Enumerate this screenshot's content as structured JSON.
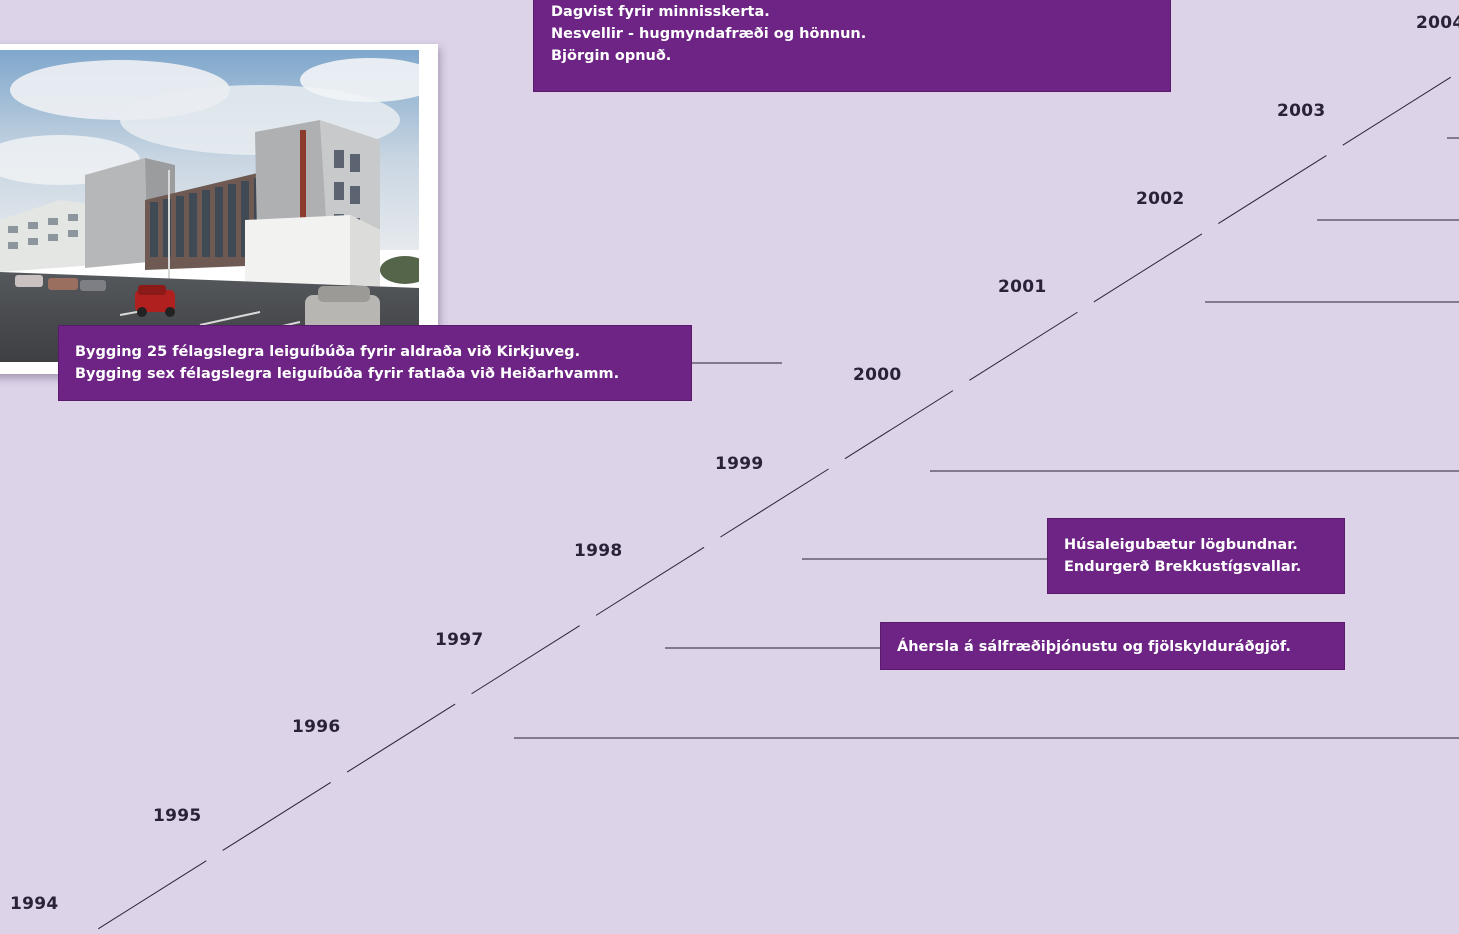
{
  "timeline": {
    "years": [
      "1994",
      "1995",
      "1996",
      "1997",
      "1998",
      "1999",
      "2000",
      "2001",
      "2002",
      "2003",
      "2004"
    ]
  },
  "boxes": {
    "top_box": {
      "lines": [
        "Dagvist fyrir minnisskerta.",
        "Nesvellir - hugmyndafræði og hönnun.",
        "Björgin opnuð."
      ]
    },
    "photo_box": {
      "lines": [
        "Bygging 25 félagslegra leiguíbúða fyrir aldraða við Kirkjuveg.",
        "Bygging sex félagslegra leiguíbúða fyrir fatlaða við Heiðarhvamm."
      ]
    },
    "box_1998": {
      "lines": [
        "Húsaleigubætur lögbundnar.",
        "Endurgerð Brekkustígsvallar."
      ]
    },
    "box_1997": {
      "lines": [
        "Áhersla á sálfræðiþjónustu og fjölskylduráðgjöf."
      ]
    }
  },
  "photo": {
    "subject": "apartment-building-photo"
  },
  "colors": {
    "background": "#ddd3e8",
    "box_fill": "#6d2484",
    "box_text": "#ffffff",
    "line": "#2a2238",
    "year_text": "#2a2238"
  }
}
